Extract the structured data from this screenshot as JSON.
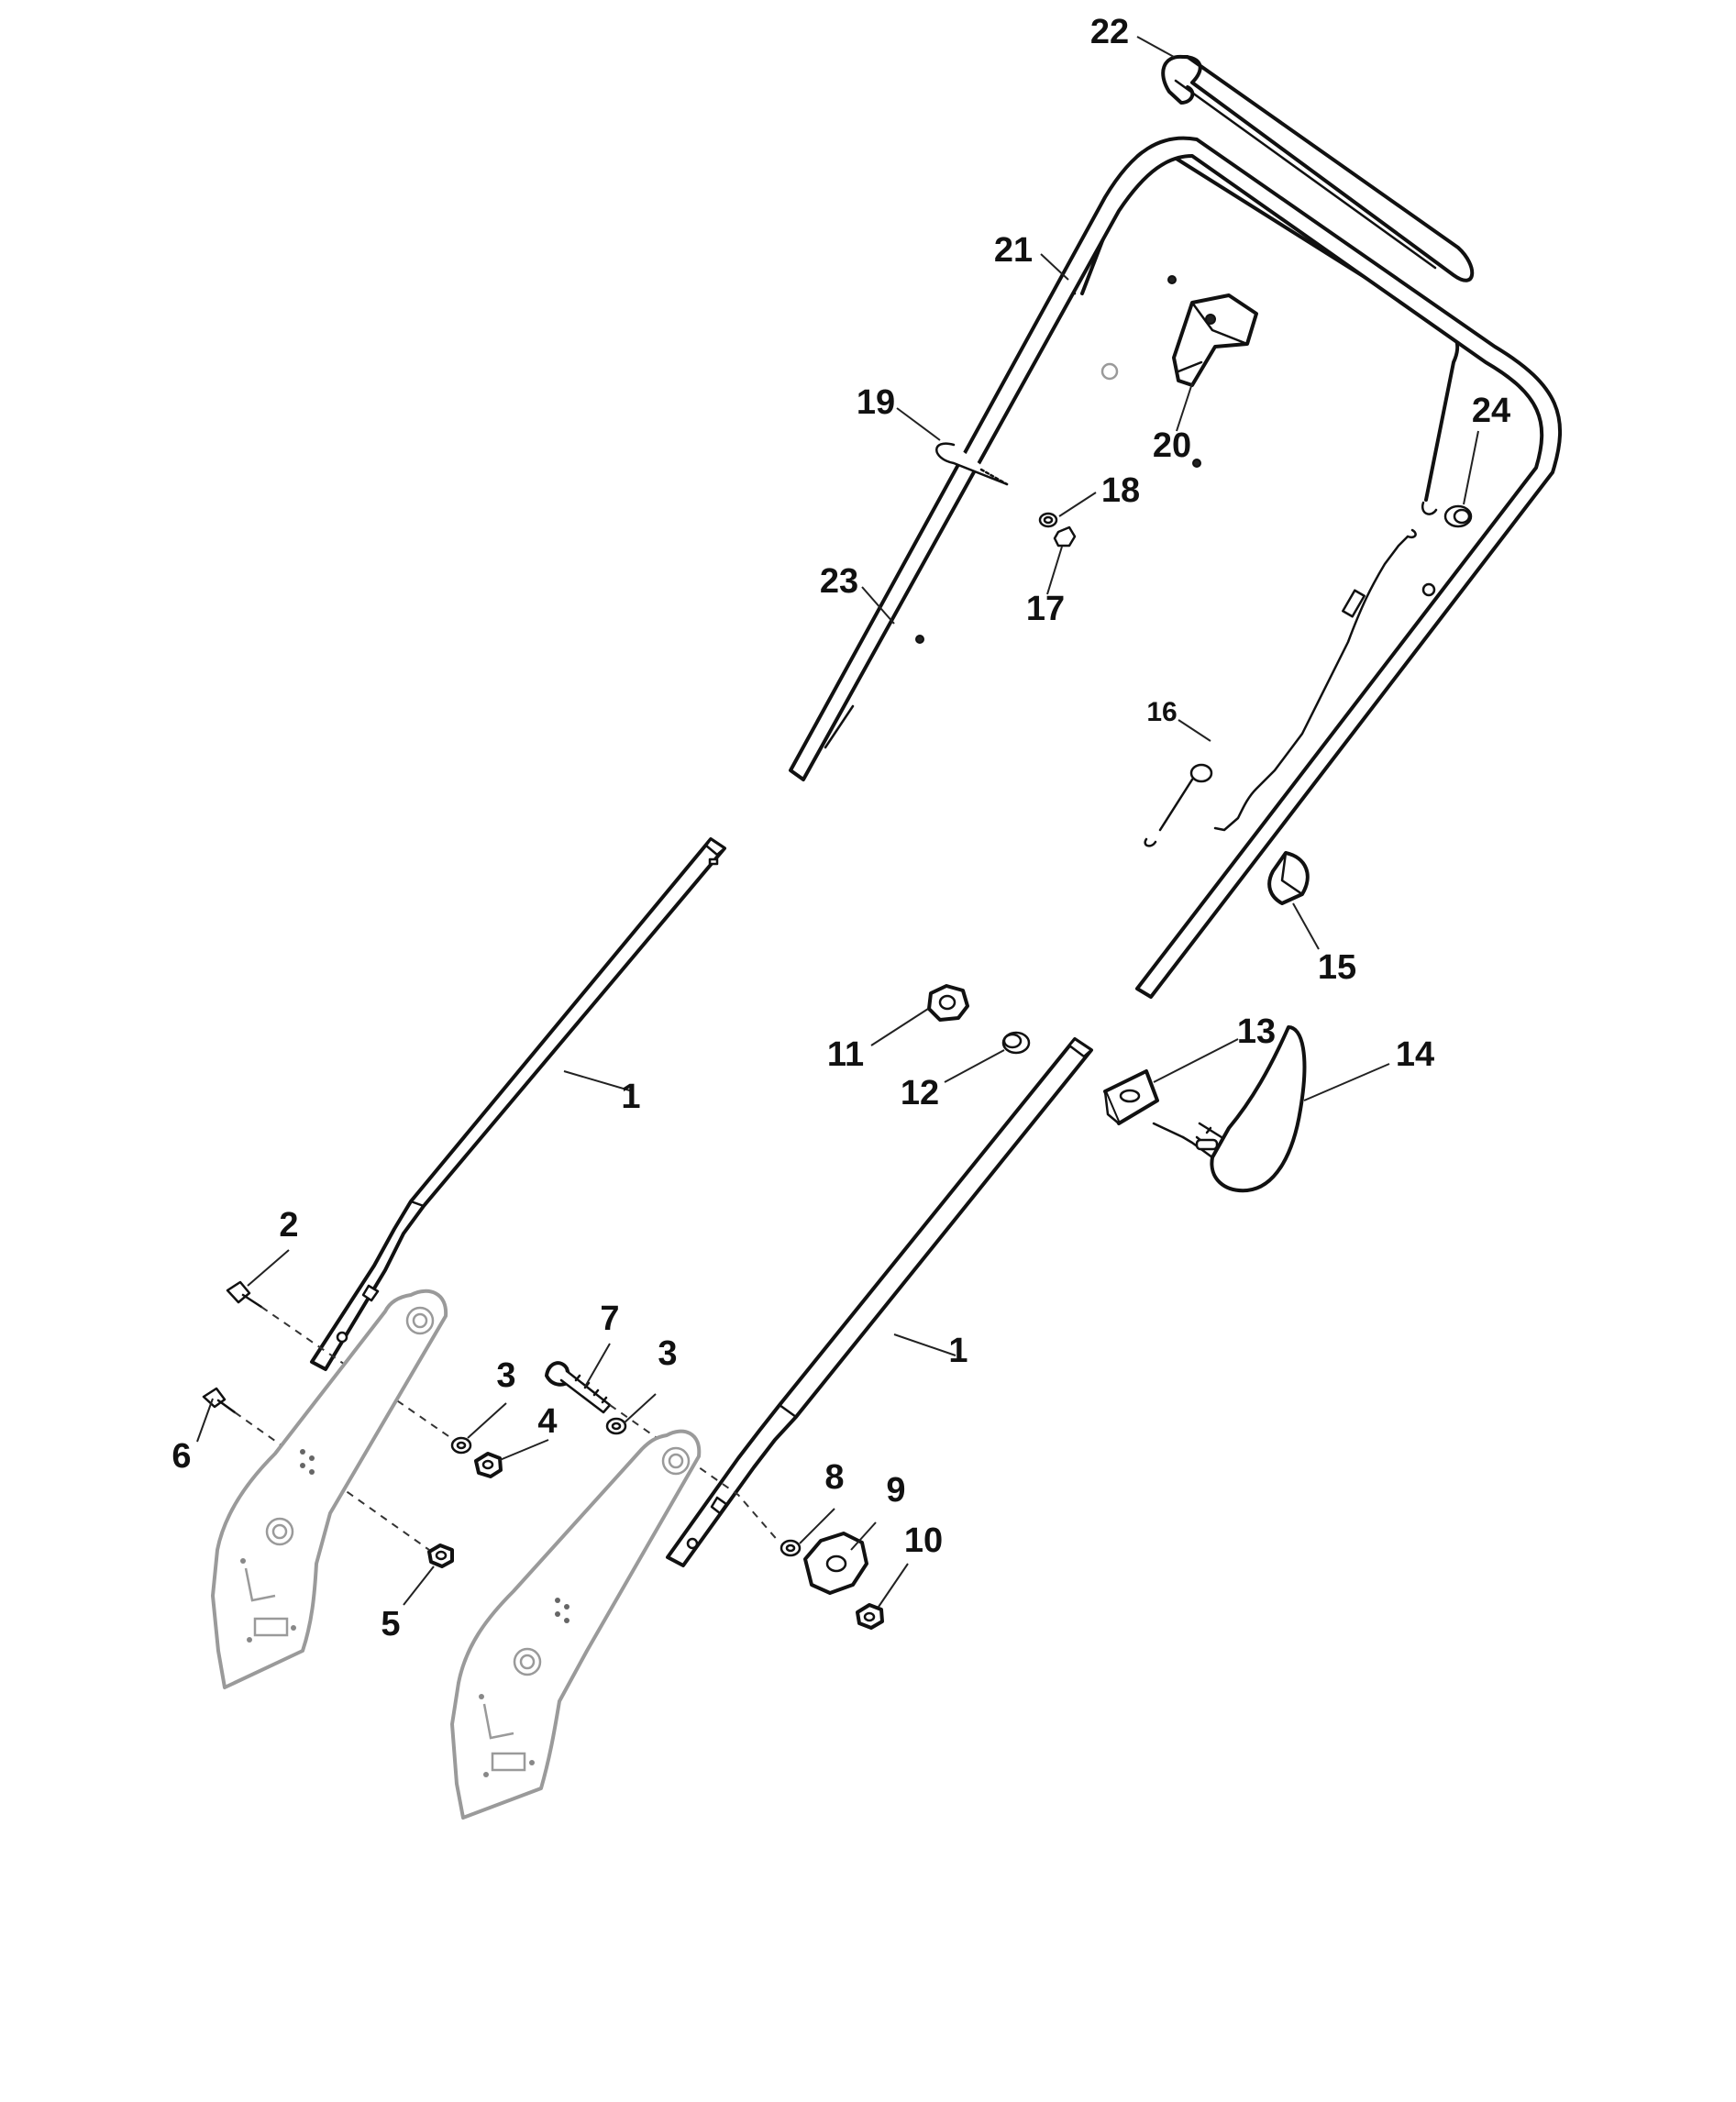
{
  "diagram": {
    "callouts": [
      {
        "id": "c1a",
        "label": "1"
      },
      {
        "id": "c1b",
        "label": "1"
      },
      {
        "id": "c2",
        "label": "2"
      },
      {
        "id": "c3a",
        "label": "3"
      },
      {
        "id": "c3b",
        "label": "3"
      },
      {
        "id": "c4",
        "label": "4"
      },
      {
        "id": "c5",
        "label": "5"
      },
      {
        "id": "c6",
        "label": "6"
      },
      {
        "id": "c7",
        "label": "7"
      },
      {
        "id": "c8",
        "label": "8"
      },
      {
        "id": "c9",
        "label": "9"
      },
      {
        "id": "c10",
        "label": "10"
      },
      {
        "id": "c11",
        "label": "11"
      },
      {
        "id": "c12",
        "label": "12"
      },
      {
        "id": "c13",
        "label": "13"
      },
      {
        "id": "c14",
        "label": "14"
      },
      {
        "id": "c15",
        "label": "15"
      },
      {
        "id": "c16",
        "label": "16"
      },
      {
        "id": "c17",
        "label": "17"
      },
      {
        "id": "c18",
        "label": "18"
      },
      {
        "id": "c19",
        "label": "19"
      },
      {
        "id": "c20",
        "label": "20"
      },
      {
        "id": "c21",
        "label": "21"
      },
      {
        "id": "c22",
        "label": "22"
      },
      {
        "id": "c23",
        "label": "23"
      },
      {
        "id": "c24",
        "label": "24"
      }
    ]
  }
}
